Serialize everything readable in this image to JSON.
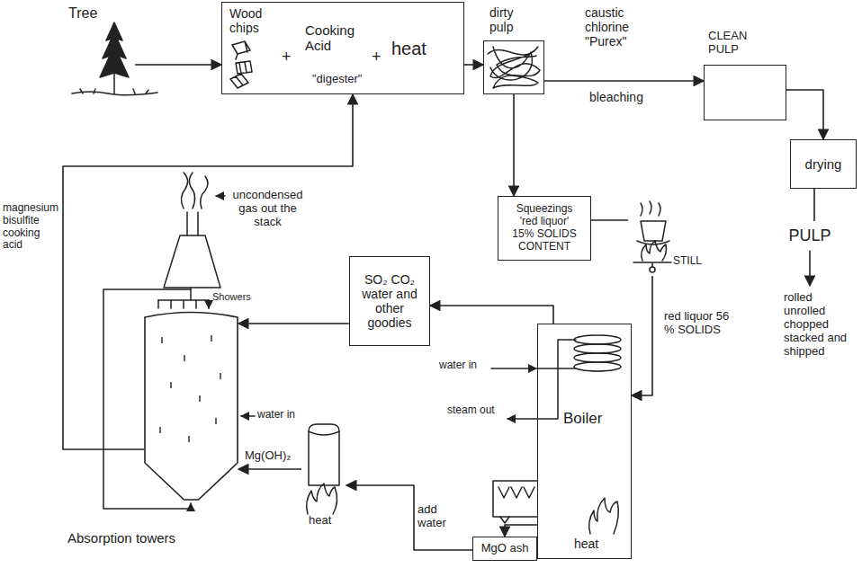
{
  "diagram": {
    "nodes": [
      {
        "text": [
          "Tree"
        ]
      },
      {
        "text": [
          "Wood chips",
          "+",
          "Cooking Acid",
          "+",
          "heat",
          "\"digester\""
        ]
      },
      {
        "text": [
          "dirty pulp"
        ]
      },
      {
        "text": [
          "CLEAN PULP"
        ]
      },
      {
        "text": [
          "drying"
        ]
      },
      {
        "text": [
          "PULP"
        ]
      },
      {
        "text": [
          "rolled unrolled chopped stacked and shipped"
        ]
      },
      {
        "text": [
          "Squeezings",
          "'red liquor'",
          "15% SOLIDS CONTENT"
        ]
      },
      {
        "text": [
          "STILL"
        ]
      },
      {
        "text": [
          "Boiler",
          "heat"
        ]
      },
      {
        "text": [
          "SO₂ CO₂ water and other goodies"
        ]
      },
      {
        "text": [
          "MgO ash"
        ]
      },
      {
        "text": [
          "heat"
        ]
      },
      {
        "text": [
          "Absorption towers"
        ]
      }
    ],
    "edges": [
      {
        "from": 0,
        "to": 1,
        "arrow": "to"
      },
      {
        "from": 1,
        "to": 2,
        "arrow": "to"
      },
      {
        "from": 2,
        "to": 3,
        "arrow": "to"
      },
      {
        "from": 3,
        "to": 4,
        "arrow": "to"
      },
      {
        "from": 4,
        "to": 5,
        "arrow": "none"
      },
      {
        "from": 5,
        "to": 6,
        "arrow": "to"
      },
      {
        "from": 2,
        "to": 7,
        "arrow": "to"
      },
      {
        "from": 7,
        "to": 8,
        "arrow": "none"
      },
      {
        "from": 8,
        "to": 9,
        "arrow": "to"
      },
      {
        "from": 9,
        "to": 10,
        "arrow": "to"
      },
      {
        "from": 10,
        "to": 13,
        "arrow": "to"
      },
      {
        "from": 9,
        "to": 11,
        "arrow": "to"
      },
      {
        "from": 11,
        "to": 12,
        "arrow": "to"
      },
      {
        "from": 12,
        "to": 13,
        "arrow": "to"
      },
      {
        "from": 13,
        "to": 1,
        "arrow": "to"
      }
    ],
    "labels": [
      "caustic chlorine \"Purex\"",
      "bleaching",
      "uncondensed gas out the stack",
      "magnesium bisulfite cooking acid",
      "Showers",
      "water in",
      "Mg(OH)₂",
      "add water",
      "water in",
      "steam out",
      "red liquor 56 % SOLIDS"
    ]
  }
}
